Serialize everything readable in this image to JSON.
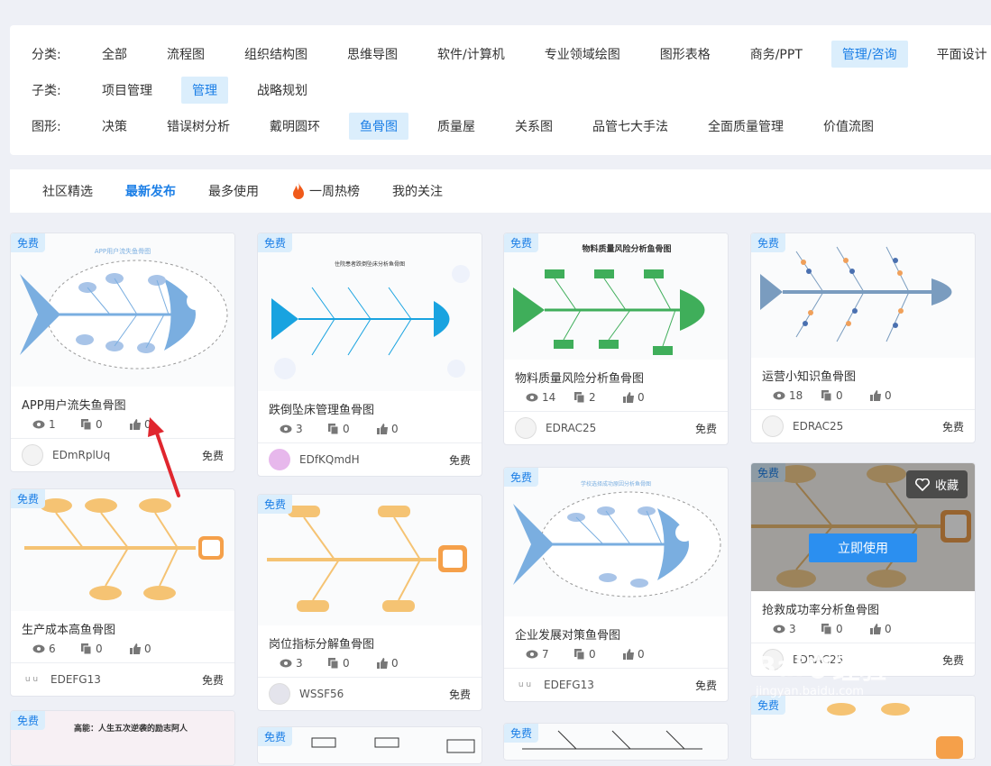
{
  "filters": {
    "category": {
      "label": "分类:",
      "options": [
        "全部",
        "流程图",
        "组织结构图",
        "思维导图",
        "软件/计算机",
        "专业领域绘图",
        "图形表格",
        "商务/PPT",
        "管理/咨询",
        "平面设计"
      ],
      "selected": 8
    },
    "subcategory": {
      "label": "子类:",
      "options": [
        "项目管理",
        "管理",
        "战略规划"
      ],
      "selected": 1
    },
    "shape": {
      "label": "图形:",
      "options": [
        "决策",
        "错误树分析",
        "戴明圆环",
        "鱼骨图",
        "质量屋",
        "关系图",
        "品管七大手法",
        "全面质量管理",
        "价值流图"
      ],
      "selected": 3
    }
  },
  "tabs": [
    "社区精选",
    "最新发布",
    "最多使用",
    "一周热榜",
    "我的关注"
  ],
  "active_tab": 1,
  "badge_label": "免费",
  "price_label": "免费",
  "collect_label": "收藏",
  "use_label": "立即使用",
  "cards": [
    {
      "title": "APP用户流失鱼骨图",
      "views": "1",
      "copies": "0",
      "likes": "0",
      "user": "EDmRplUq",
      "thumb_title": "APP用户流失鱼骨图"
    },
    {
      "title": "跌倒坠床管理鱼骨图",
      "views": "3",
      "copies": "0",
      "likes": "0",
      "user": "EDfKQmdH",
      "thumb_title": "住院患者跌倒坠床分析鱼骨图"
    },
    {
      "title": "物料质量风险分析鱼骨图",
      "views": "14",
      "copies": "2",
      "likes": "0",
      "user": "EDRAC25",
      "thumb_title": "物料质量风险分析鱼骨图"
    },
    {
      "title": "运营小知识鱼骨图",
      "views": "18",
      "copies": "0",
      "likes": "0",
      "user": "EDRAC25"
    },
    {
      "title": "生产成本高鱼骨图",
      "views": "6",
      "copies": "0",
      "likes": "0",
      "user": "EDEFG13"
    },
    {
      "title": "岗位指标分解鱼骨图",
      "views": "3",
      "copies": "0",
      "likes": "0",
      "user": "WSSF56"
    },
    {
      "title": "企业发展对策鱼骨图",
      "views": "7",
      "copies": "0",
      "likes": "0",
      "user": "EDEFG13",
      "thumb_title": "学校选择成功原因分析鱼骨图"
    },
    {
      "title": "抢救成功率分析鱼骨图",
      "views": "3",
      "copies": "0",
      "likes": "0",
      "user": "EDRAC25"
    },
    {
      "thumb_title": "高能：人生五次逆袭的励志阿人"
    }
  ],
  "colors": {
    "accent": "#1a7ee6",
    "badge_bg": "#dbeefc",
    "button": "#2b8ff0"
  },
  "watermark": {
    "brand": "Bai",
    "brand_cn": "经验",
    "url": "jingyan.baidu.com"
  }
}
